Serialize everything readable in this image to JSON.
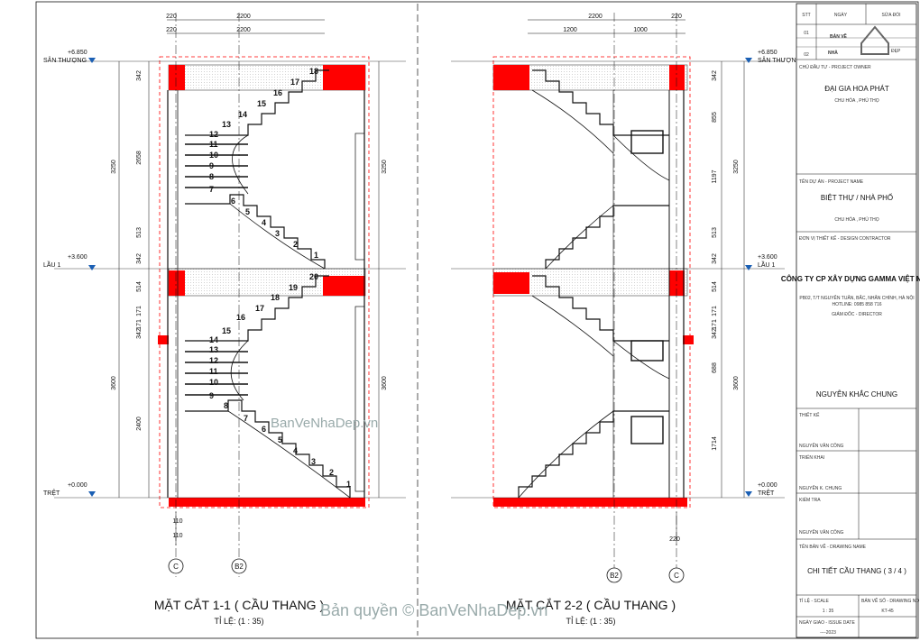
{
  "section_left": {
    "title": "MẶT CẮT 1-1 ( CẦU THANG )",
    "scale": "TỈ LỆ: (1 : 35)",
    "top_dims": [
      "220",
      "2200",
      "220",
      "2200"
    ],
    "left_dims": [
      "342",
      "2658",
      "513",
      "342",
      "514",
      "171",
      "171",
      "342",
      "2400"
    ],
    "height_dims": [
      "3250",
      "3600"
    ],
    "levels": [
      {
        "value": "+6.850",
        "name": "SÂN THƯỢNG"
      },
      {
        "value": "+3.600",
        "name": "LẦU 1"
      },
      {
        "value": "+0.000",
        "name": "TRỆT"
      }
    ],
    "upper_steps": [
      "18",
      "17",
      "16",
      "15",
      "14",
      "13",
      "12",
      "11",
      "10",
      "9",
      "8",
      "7",
      "6",
      "5",
      "4",
      "3",
      "2",
      "1"
    ],
    "lower_steps": [
      "20",
      "19",
      "18",
      "17",
      "16",
      "15",
      "14",
      "13",
      "12",
      "11",
      "10",
      "9",
      "8",
      "7",
      "6",
      "5",
      "4",
      "3",
      "2",
      "1"
    ],
    "bottom_dims": [
      "110",
      "110"
    ],
    "grid_labels": [
      "C",
      "B2"
    ]
  },
  "section_right": {
    "title": "MẶT CẮT 2-2 ( CẦU THANG )",
    "scale": "TỈ LỆ: (1 : 35)",
    "top_dims": [
      "2200",
      "220",
      "1200",
      "1000"
    ],
    "right_dims": [
      "342",
      "855",
      "1197",
      "513",
      "342",
      "514",
      "171",
      "171",
      "342",
      "688",
      "1714"
    ],
    "height_dims": [
      "3250",
      "3600"
    ],
    "levels": [
      {
        "value": "+6.850",
        "name": "SÂN THƯỢNG"
      },
      {
        "value": "+3.600",
        "name": "LẦU 1"
      },
      {
        "value": "+0.000",
        "name": "TRỆT"
      }
    ],
    "bottom_dims": [
      "220"
    ],
    "grid_labels": [
      "B2",
      "C"
    ]
  },
  "title_block": {
    "rev_headers": [
      "STT",
      "NGÀY",
      "SỬA ĐỔI"
    ],
    "rev_rows": [
      "01",
      "02"
    ],
    "logo_text_1": "BẢN VẼ",
    "logo_text_2": "NHÀ",
    "logo_text_3": "ĐẸP",
    "owner_label": "CHỦ ĐẦU TƯ - PROJECT OWNER",
    "owner_name": "ĐẠI GIA HOA PHÁT",
    "owner_place": "CHU HÓA , PHÚ THỌ",
    "project_label": "TÊN DỰ ÁN - PROJECT NAME",
    "project_name": "BIỆT THỰ / NHÀ PHỐ",
    "project_place": "CHU HÓA , PHÚ THỌ",
    "contractor_label": "ĐƠN VỊ THIẾT KẾ - DESIGN CONTRACTOR",
    "contractor_name": "CÔNG TY CP XÂY DỰNG GAMMA VIỆT NAM",
    "contractor_addr_1": "PB02, T/T NGUYỄN TUÂN, BẮC, NHÂN CHÍNH, HÀ NỘI",
    "contractor_addr_2": "HOTLINE: 0985 858 716",
    "director_label": "GIÁM ĐỐC - DIRECTOR",
    "director_name": "NGUYỄN KHẮC CHUNG",
    "design_label": "THIẾT KẾ",
    "design_name": "NGUYỄN VĂN CÔNG",
    "check_label": "TRIỂN KHAI",
    "check_name": "NGUYỄN K. CHUNG",
    "review_label": "KIỂM TRA",
    "review_name": "NGUYỄN VĂN CÔNG",
    "drawing_label": "TÊN BẢN VẼ - DRAWING NAME",
    "drawing_name": "CHI TIẾT CẦU THANG ( 3 / 4 )",
    "scale_label": "TỈ LỆ - SCALE",
    "scale_value": "1 : 35",
    "drawing_no_label": "BẢN VẼ SỐ - DRAWING NO",
    "drawing_no": "KT-45",
    "issue_label": "NGÀY GIAO - ISSUE DATE",
    "issue_value": "----2023"
  },
  "watermarks": {
    "center": "BanVeNhaDep.vn",
    "bottom": "Bản quyền © BanVeNhaDep.vn"
  },
  "colors": {
    "wall_red": "#ff0000",
    "hatch_red": "#d40000",
    "ink": "#111111",
    "watermark": "#99aaaa"
  }
}
